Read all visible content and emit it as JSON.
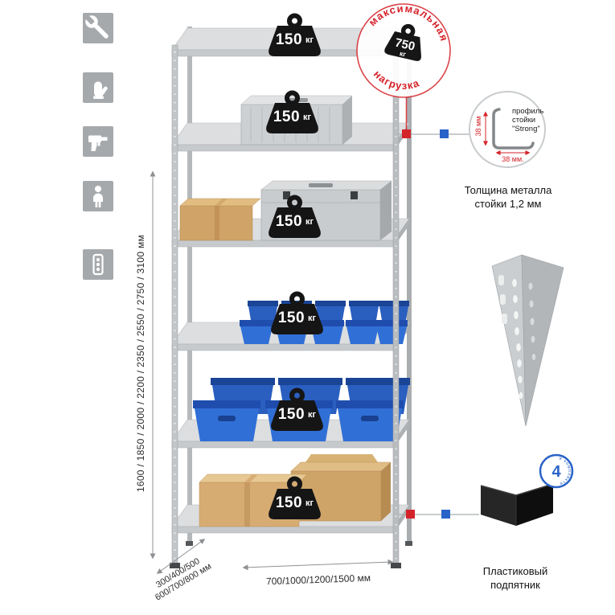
{
  "sidebar": {
    "icons": [
      {
        "name": "wrench"
      },
      {
        "name": "gloves"
      },
      {
        "name": "drill"
      },
      {
        "name": "person"
      },
      {
        "name": "fasteners"
      }
    ]
  },
  "shelf": {
    "loads": [
      "150",
      "150",
      "150",
      "150",
      "150",
      "150"
    ],
    "load_unit": "кг"
  },
  "max_load_stamp": {
    "arc_top": "максимальная",
    "arc_bottom": "нагрузка",
    "value": "750",
    "unit": "кг"
  },
  "profile_detail": {
    "line1": "профиль",
    "line2": "стойки",
    "line3": "\"Strong\"",
    "dim_vertical": "38 мм",
    "dim_horizontal": "38 мм.",
    "caption_line1": "Толщина металла",
    "caption_line2": "стойки 1,2 мм"
  },
  "foot_detail": {
    "badge_value": "4",
    "badge_ring_text": "в комплекте",
    "caption_line1": "Пластиковый",
    "caption_line2": "подпятник"
  },
  "dimensions": {
    "heights": "1600 / 1850 / 2000 / 2200 / 2350 / 2550 / 2750 / 3100 мм",
    "depths_line1": "300/400/500",
    "depths_line2": "600/700/800 мм",
    "widths": "700/1000/1200/1500 мм"
  },
  "colors": {
    "accent_red": "#d5232a",
    "accent_blue": "#2a63c8",
    "metal_gray": "#dcdee0",
    "weight_black": "#151515",
    "bin_blue": "#306fd6",
    "cardboard": "#d6ab72",
    "icon_gray": "#a6a9ac"
  }
}
